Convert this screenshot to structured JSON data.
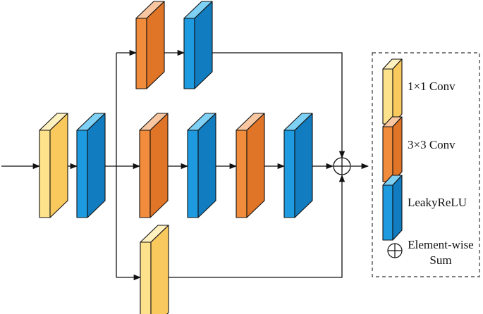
{
  "colors": {
    "conv1x1": {
      "front": "#fde28b",
      "side": "#f9c95e",
      "top": "#fff0bf"
    },
    "conv3x3": {
      "front": "#f08c3c",
      "side": "#e07427",
      "top": "#f8c6a0"
    },
    "leakyrelu": {
      "front": "#1e9be0",
      "side": "#117cbf",
      "top": "#7fd0f5"
    },
    "stroke": "#111111"
  },
  "legend": {
    "items": [
      {
        "label": "1×1 Conv",
        "kind": "conv1x1"
      },
      {
        "label": "3×3 Conv",
        "kind": "conv3x3"
      },
      {
        "label": "LeakyReLU",
        "kind": "leakyrelu"
      }
    ],
    "sum_line1": "Element-wise",
    "sum_line2": "Sum",
    "sum_icon": "circled-plus-icon"
  }
}
